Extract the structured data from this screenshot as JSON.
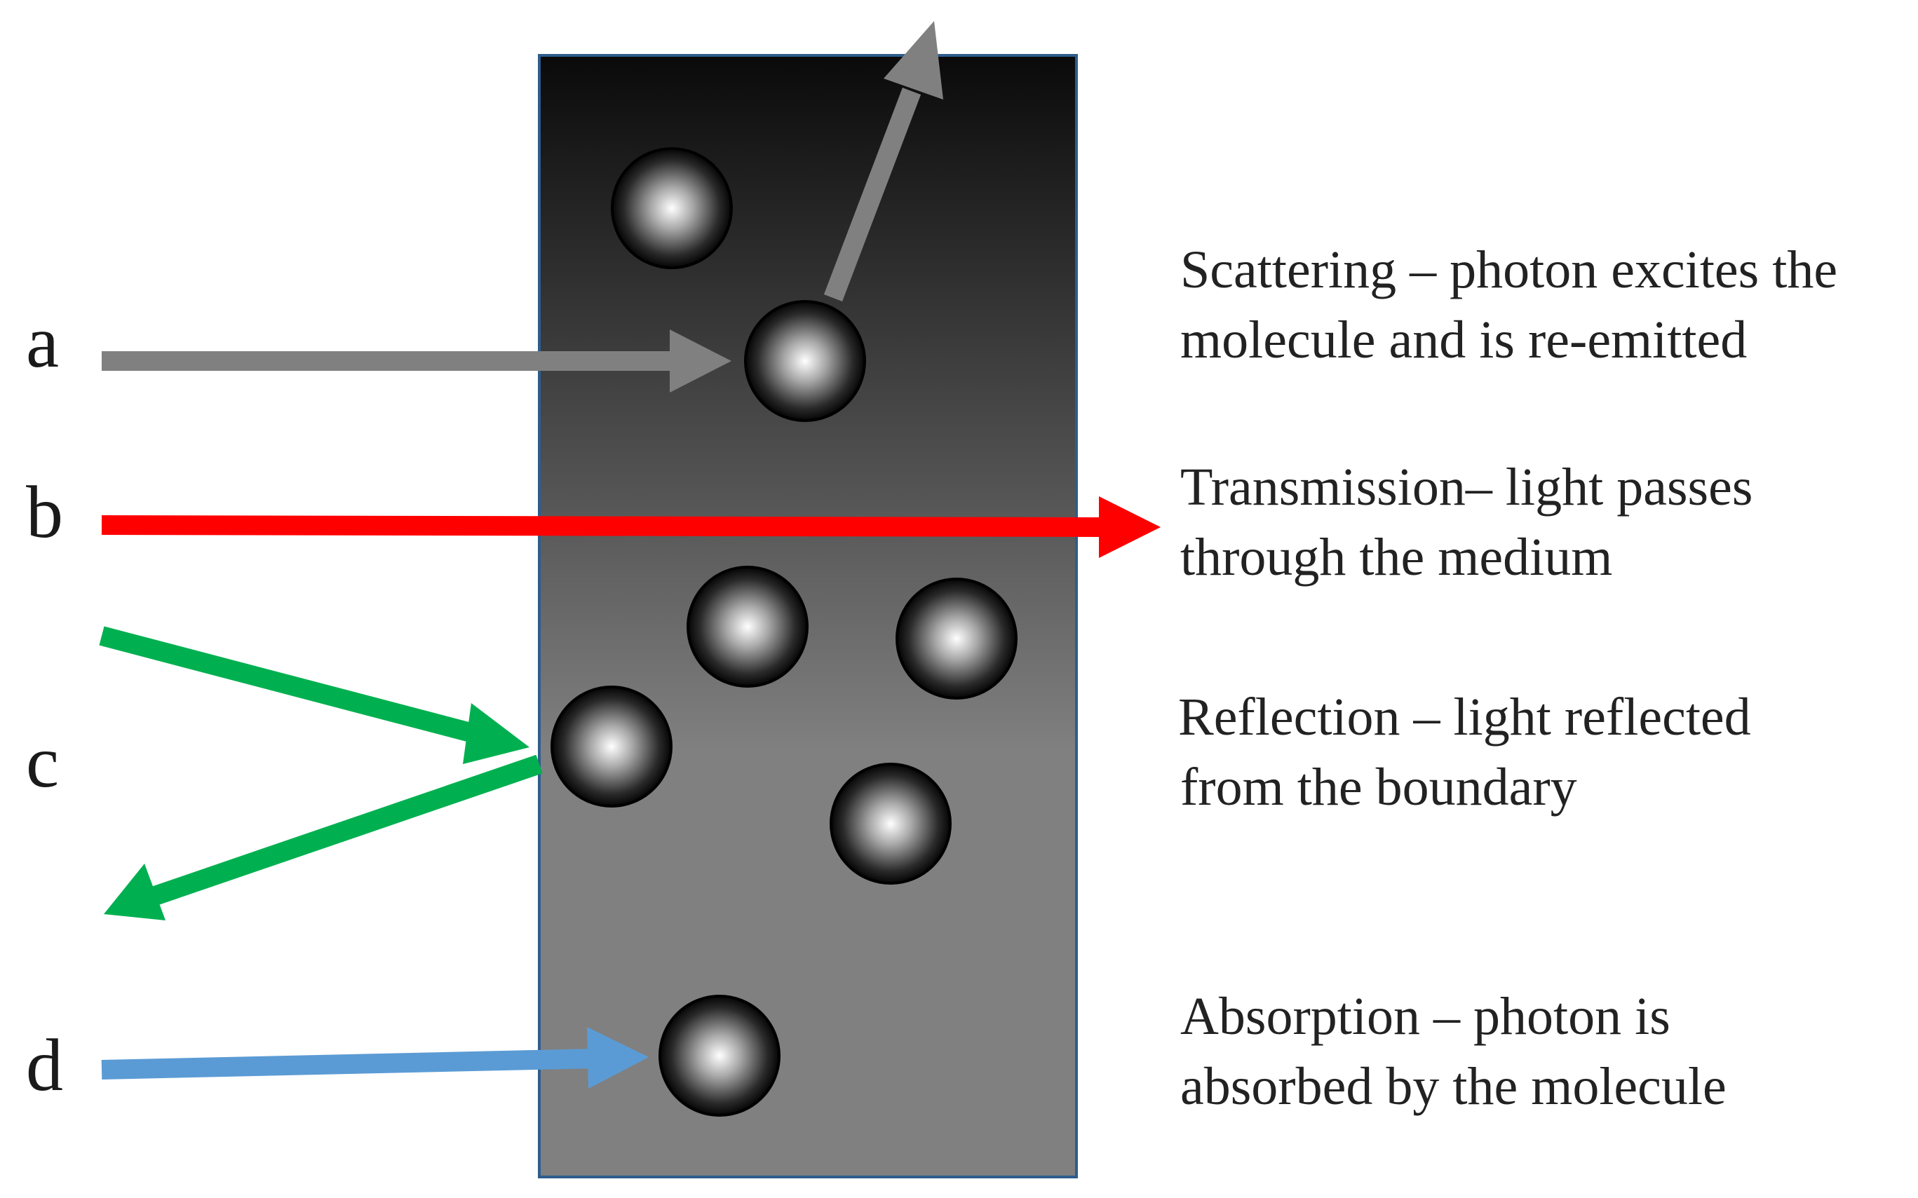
{
  "cases": [
    {
      "letter": "a",
      "description_lines": [
        "Scattering – photon excites the",
        "molecule and is re-emitted"
      ],
      "arrow_color": "#808080"
    },
    {
      "letter": "b",
      "description_lines": [
        "Transmission– light passes",
        "through the medium"
      ],
      "arrow_color": "#ff0000"
    },
    {
      "letter": "c",
      "description_lines": [
        "Reflection – light reflected",
        "from the boundary"
      ],
      "arrow_color": "#00b050"
    },
    {
      "letter": "d",
      "description_lines": [
        "Absorption – photon is",
        "absorbed by the molecule"
      ],
      "arrow_color": "#5b9bd5"
    }
  ],
  "medium": {
    "gradient_top_color": "#0a0a0a",
    "gradient_bottom_color": "#808080",
    "border_color": "#2e5d8c",
    "molecule_count": 7
  }
}
